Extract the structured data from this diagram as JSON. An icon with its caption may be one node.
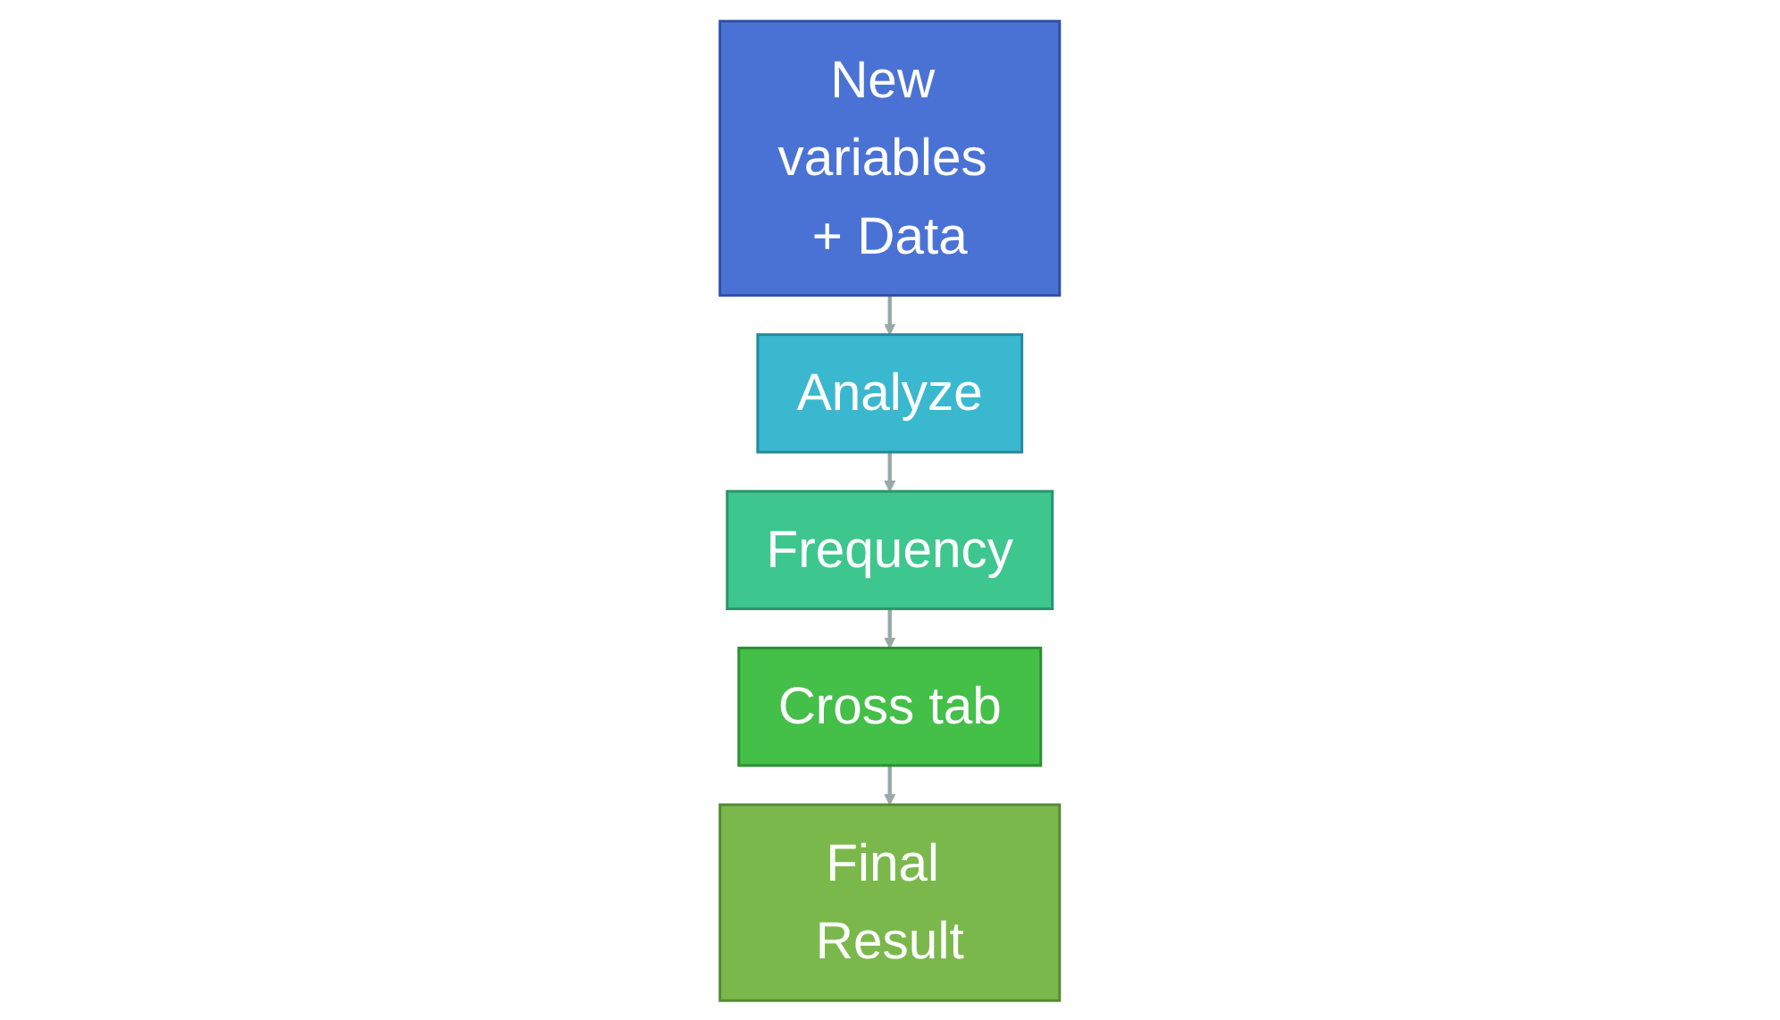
{
  "diagram": {
    "nodes": [
      {
        "text": [
          "New variables + Data"
        ]
      },
      {
        "text": [
          "Analyze"
        ]
      },
      {
        "text": [
          "Frequency"
        ]
      },
      {
        "text": [
          "Cross tab"
        ]
      },
      {
        "text": [
          "Final Result"
        ]
      }
    ],
    "edges": [
      {
        "from": 0,
        "to": 1,
        "arrow": "to"
      },
      {
        "from": 1,
        "to": 2,
        "arrow": "to"
      },
      {
        "from": 2,
        "to": 3,
        "arrow": "to"
      },
      {
        "from": 3,
        "to": 4,
        "arrow": "to"
      }
    ]
  }
}
